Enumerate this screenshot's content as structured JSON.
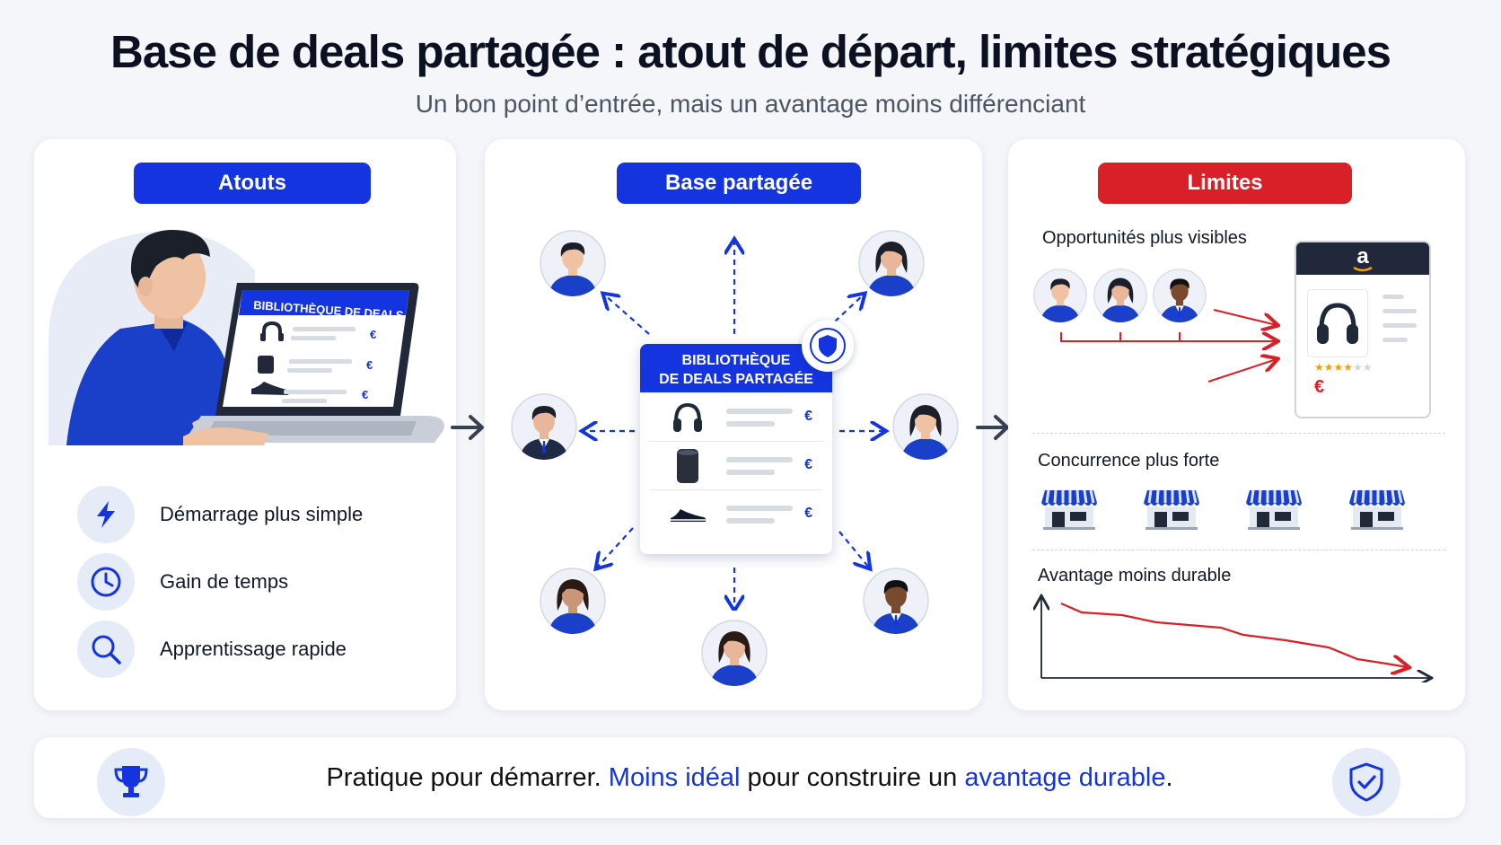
{
  "title": "Base de deals partagée : atout de départ, limites stratégiques",
  "subtitle": "Un bon point d’entrée, mais un avantage moins différenciant",
  "panels": {
    "atouts": {
      "pill": "Atouts",
      "laptop_screen_title": "BIBLIOTHÈQUE DE DEALS",
      "currency": "€",
      "features": [
        {
          "icon": "lightning-icon",
          "label": "Démarrage plus simple"
        },
        {
          "icon": "clock-icon",
          "label": "Gain de temps"
        },
        {
          "icon": "search-icon",
          "label": "Apprentissage rapide"
        }
      ]
    },
    "base": {
      "pill": "Base partagée",
      "library_line1": "BIBLIOTHÈQUE",
      "library_line2": "DE DEALS PARTAGÉE",
      "currency": "€",
      "items": [
        "headphones-icon",
        "speaker-icon",
        "sneaker-icon"
      ]
    },
    "limites": {
      "pill": "Limites",
      "section1": "Opportunités plus visibles",
      "amazon_logo": "a",
      "price_symbol": "€",
      "rating_stars": 4,
      "rating_max": 6,
      "section2": "Concurrence plus forte",
      "stores_count": 4,
      "section3": "Avantage moins durable"
    }
  },
  "bottom": {
    "part1": "Pratique pour démarrer.",
    "part2": "Moins idéal",
    "part3": "pour construire un",
    "part4": "avantage durable",
    "part5": "."
  },
  "colors": {
    "blue": "#1434e0",
    "red": "#d91f28",
    "light_blue_bg": "#e6ebf8",
    "text_dark": "#0b1120"
  }
}
